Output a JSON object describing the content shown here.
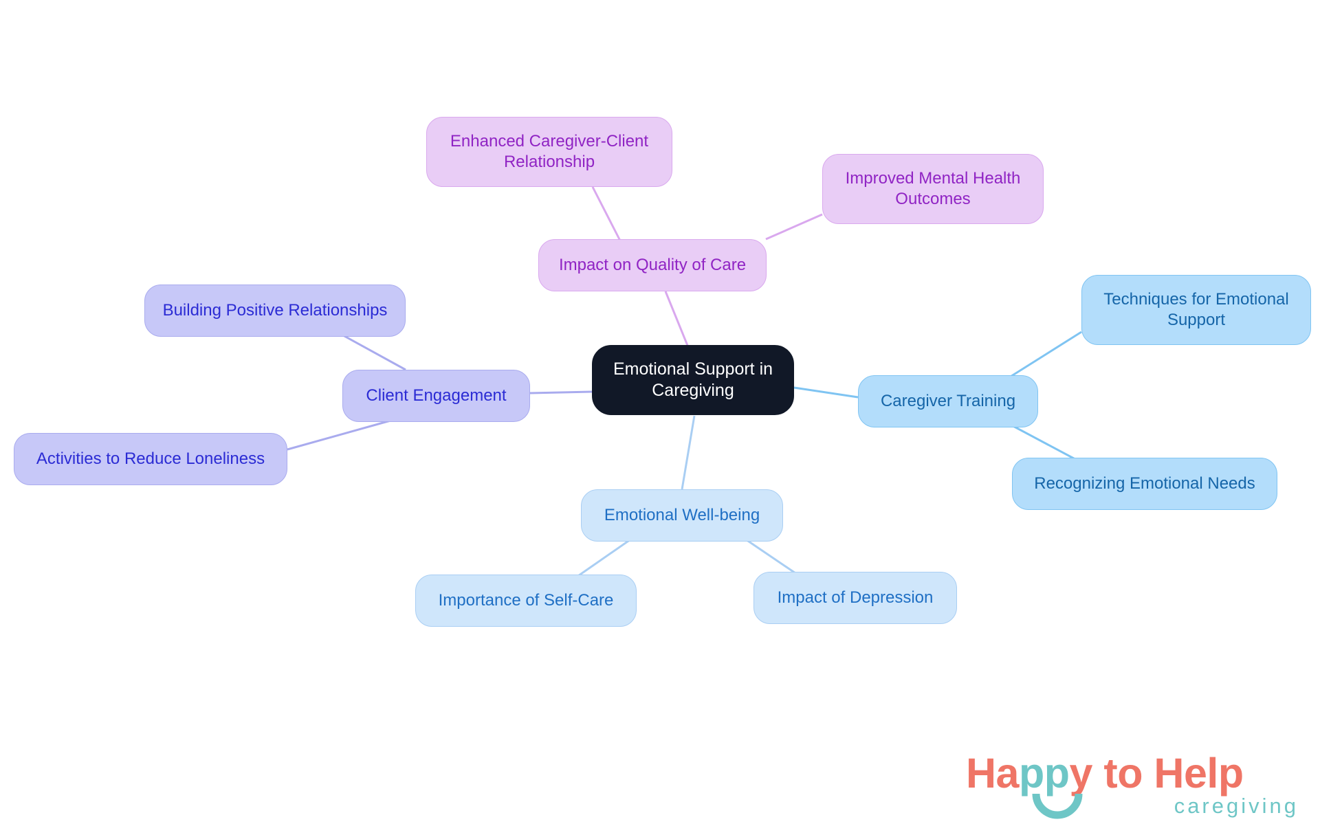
{
  "diagram": {
    "type": "mindmap",
    "title": "Emotional Support in Caregiving",
    "root": {
      "id": "root",
      "label": "Emotional Support in\nCaregiving",
      "color": "#111827",
      "text_color": "#ffffff"
    },
    "branches": [
      {
        "id": "impact-on-quality-of-care",
        "label": "Impact on Quality of Care",
        "color": "#e9cdf6",
        "border_color": "#d9a8ee",
        "text_color": "#9024c4",
        "children": [
          {
            "id": "enhanced-caregiver-client-relationship",
            "label": "Enhanced Caregiver-Client\nRelationship"
          },
          {
            "id": "improved-mental-health-outcomes",
            "label": "Improved Mental Health\nOutcomes"
          }
        ]
      },
      {
        "id": "client-engagement",
        "label": "Client Engagement",
        "color": "#c7c8f8",
        "border_color": "#a9abee",
        "text_color": "#2b2bd4",
        "children": [
          {
            "id": "building-positive-relationships",
            "label": "Building Positive Relationships"
          },
          {
            "id": "activities-to-reduce-loneliness",
            "label": "Activities to Reduce Loneliness"
          }
        ]
      },
      {
        "id": "caregiver-training",
        "label": "Caregiver Training",
        "color": "#b3ddfb",
        "border_color": "#7fc4f2",
        "text_color": "#1565a8",
        "children": [
          {
            "id": "techniques-for-emotional-support",
            "label": "Techniques for Emotional\nSupport"
          },
          {
            "id": "recognizing-emotional-needs",
            "label": "Recognizing Emotional Needs"
          }
        ]
      },
      {
        "id": "emotional-well-being",
        "label": "Emotional Well-being",
        "color": "#cfe6fb",
        "border_color": "#a9cef3",
        "text_color": "#1f6fc4",
        "children": [
          {
            "id": "importance-of-self-care",
            "label": "Importance of Self-Care"
          },
          {
            "id": "impact-of-depression",
            "label": "Impact of Depression"
          }
        ]
      }
    ]
  },
  "logo": {
    "word_ha": "Ha",
    "word_pp": "pp",
    "word_y": "y",
    "word_to_help": " to Help",
    "tagline": "caregiving",
    "coral": "#ef7566",
    "teal": "#6ec6c6"
  }
}
